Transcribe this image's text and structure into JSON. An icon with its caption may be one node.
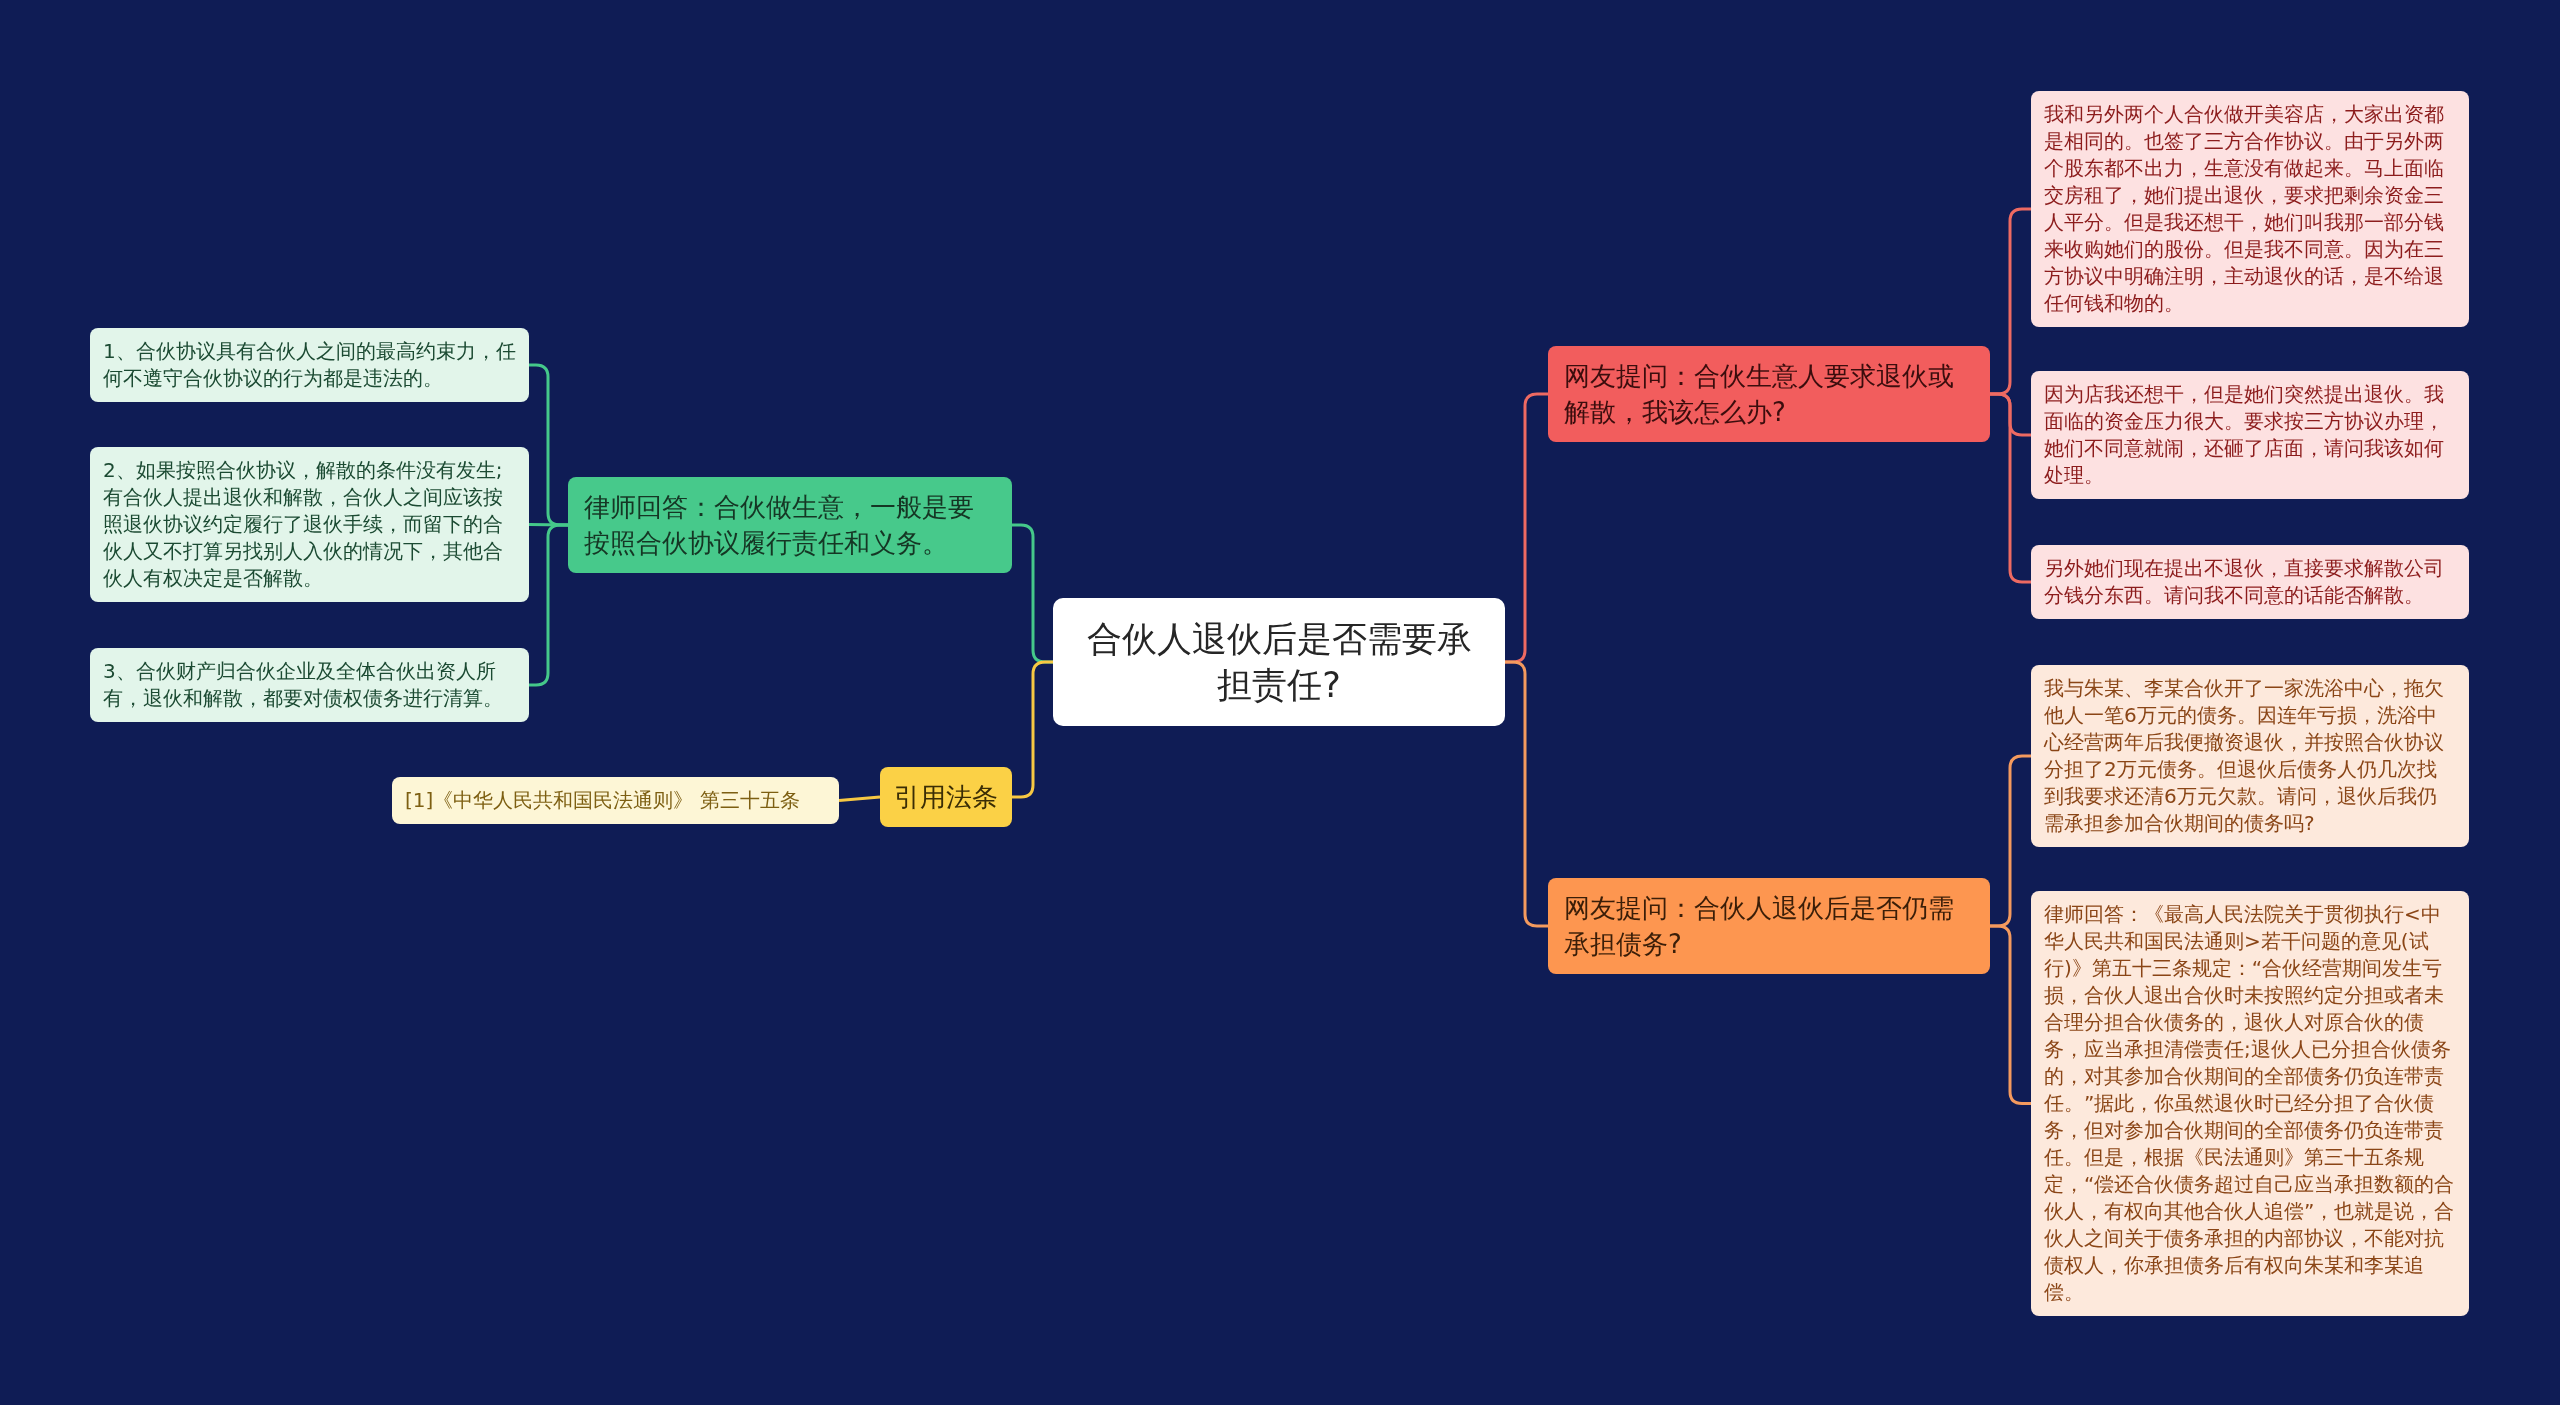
{
  "diagram": {
    "nodes": [
      {
        "text": [
          "合伙人退伙后是否需要承担责任?"
        ]
      },
      {
        "text": [
          "律师回答：合伙做生意，一般是要按照合伙协议履行责任和义务。"
        ]
      },
      {
        "text": [
          "1、合伙协议具有合伙人之间的最高约束力，任何不遵守合伙协议的行为都是违法的。"
        ]
      },
      {
        "text": [
          "2、如果按照合伙协议，解散的条件没有发生;有合伙人提出退伙和解散，合伙人之间应该按照退伙协议约定履行了退伙手续，而留下的合伙人又不打算另找别人入伙的情况下，其他合伙人有权决定是否解散。"
        ]
      },
      {
        "text": [
          "3、合伙财产归合伙企业及全体合伙出资人所有，退伙和解散，都要对债权债务进行清算。"
        ]
      },
      {
        "text": [
          "引用法条"
        ]
      },
      {
        "text": [
          "[1]《中华人民共和国民法通则》 第三十五条"
        ]
      },
      {
        "text": [
          "网友提问：合伙生意人要求退伙或解散，我该怎么办?"
        ]
      },
      {
        "text": [
          "我和另外两个人合伙做开美容店，大家出资都是相同的。也签了三方合作协议。由于另外两个股东都不出力，生意没有做起来。马上面临交房租了，她们提出退伙，要求把剩余资金三人平分。但是我还想干，她们叫我那一部分钱来收购她们的股份。但是我不同意。因为在三方协议中明确注明，主动退伙的话，是不给退任何钱和物的。"
        ]
      },
      {
        "text": [
          "因为店我还想干，但是她们突然提出退伙。我面临的资金压力很大。要求按三方协议办理，她们不同意就闹，还砸了店面，请问我该如何处理。"
        ]
      },
      {
        "text": [
          "另外她们现在提出不退伙，直接要求解散公司分钱分东西。请问我不同意的话能否解散。"
        ]
      },
      {
        "text": [
          "网友提问：合伙人退伙后是否仍需承担债务?"
        ]
      },
      {
        "text": [
          "我与朱某、李某合伙开了一家洗浴中心，拖欠他人一笔6万元的债务。因连年亏损，洗浴中心经营两年后我便撤资退伙，并按照合伙协议分担了2万元债务。但退伙后债务人仍几次找到我要求还清6万元欠款。请问，退伙后我仍需承担参加合伙期间的债务吗?"
        ]
      },
      {
        "text": [
          "律师回答：《最高人民法院关于贯彻执行<中华人民共和国民法通则>若干问题的意见(试行)》第五十三条规定：“合伙经营期间发生亏损，合伙人退出合伙时未按照约定分担或者未合理分担合伙债务的，退伙人对原合伙的债务，应当承担清偿责任;退伙人已分担合伙债务的，对其参加合伙期间的全部债务仍负连带责任。”据此，你虽然退伙时已经分担了合伙债务，但对参加合伙期间的全部债务仍负连带责任。但是，根据《民法通则》第三十五条规定，“偿还合伙债务超过自己应当承担数额的合伙人，有权向其他合伙人追偿”，也就是说，合伙人之间关于债务承担的内部协议，不能对抗债权人，你承担债务后有权向朱某和李某追偿。"
        ]
      }
    ],
    "edges": [
      {
        "from": 0,
        "to": 1,
        "arrow": "none",
        "color": "#45c88a"
      },
      {
        "from": 1,
        "to": 2,
        "arrow": "none",
        "color": "#45c88a"
      },
      {
        "from": 1,
        "to": 3,
        "arrow": "none",
        "color": "#45c88a"
      },
      {
        "from": 1,
        "to": 4,
        "arrow": "none",
        "color": "#45c88a"
      },
      {
        "from": 0,
        "to": 5,
        "arrow": "none",
        "color": "#f7c843"
      },
      {
        "from": 5,
        "to": 6,
        "arrow": "none",
        "color": "#f7c843"
      },
      {
        "from": 0,
        "to": 7,
        "arrow": "none",
        "color": "#ee6a62"
      },
      {
        "from": 7,
        "to": 8,
        "arrow": "none",
        "color": "#ee6a62"
      },
      {
        "from": 7,
        "to": 9,
        "arrow": "none",
        "color": "#ee6a62"
      },
      {
        "from": 7,
        "to": 10,
        "arrow": "none",
        "color": "#ee6a62"
      },
      {
        "from": 0,
        "to": 11,
        "arrow": "none",
        "color": "#f49a5e"
      },
      {
        "from": 11,
        "to": 12,
        "arrow": "none",
        "color": "#f49a5e"
      },
      {
        "from": 11,
        "to": 13,
        "arrow": "none",
        "color": "#f49a5e"
      }
    ]
  }
}
